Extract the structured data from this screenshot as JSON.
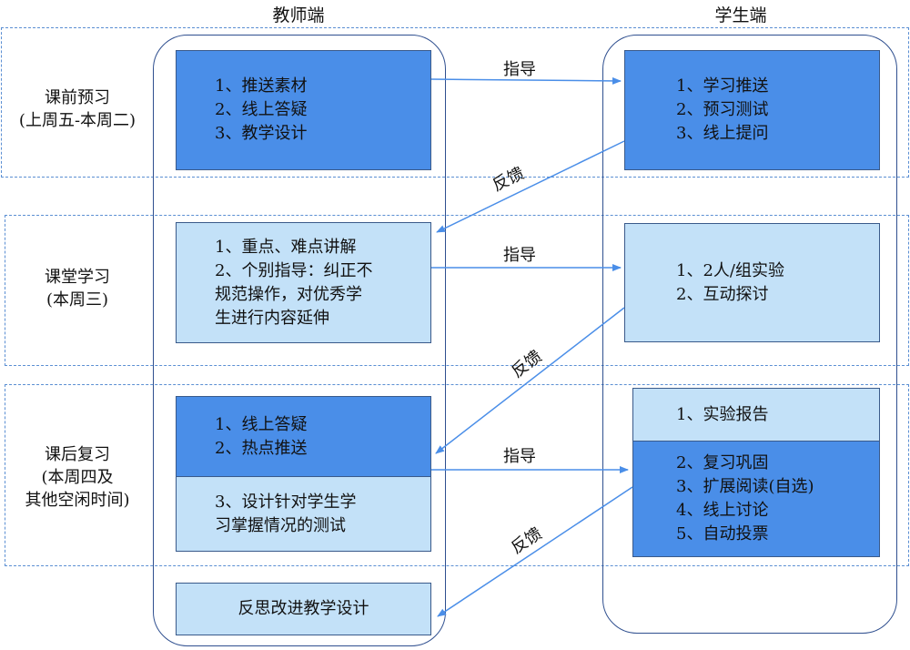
{
  "columns": {
    "teacher": "教师端",
    "student": "学生端"
  },
  "phases": [
    {
      "name": "课前预习",
      "time": "(上周五-本周二)"
    },
    {
      "name": "课堂学习",
      "time": "(本周三)"
    },
    {
      "name": "课后复习",
      "time": "(本周四及",
      "time2": "其他空闲时间)"
    }
  ],
  "teacher": {
    "pre": [
      "1、推送素材",
      "2、线上答疑",
      "3、教学设计"
    ],
    "class": [
      "1、重点、难点讲解",
      "2、个别指导：纠正不",
      "规范操作，对优秀学",
      "生进行内容延伸"
    ],
    "post_a": [
      "1、线上答疑",
      "2、热点推送"
    ],
    "post_b": [
      "3、设计针对学生学",
      "习掌握情况的测试"
    ],
    "reflect": "反思改进教学设计"
  },
  "student": {
    "pre": [
      "1、学习推送",
      "2、预习测试",
      "3、线上提问"
    ],
    "class": [
      "1、2人/组实验",
      "2、互动探讨"
    ],
    "post_a": "1、实验报告",
    "post_b": [
      "2、复习巩固",
      "3、扩展阅读(自选)",
      "4、线上讨论",
      "5、自动投票"
    ]
  },
  "arrows": {
    "guide": "指导",
    "feedback": "反馈"
  },
  "colors": {
    "dark_box": "#4a8ee8",
    "light_box": "#c3e1f8",
    "arrow": "#4a8ee8",
    "frame": "#2f4f8f"
  }
}
